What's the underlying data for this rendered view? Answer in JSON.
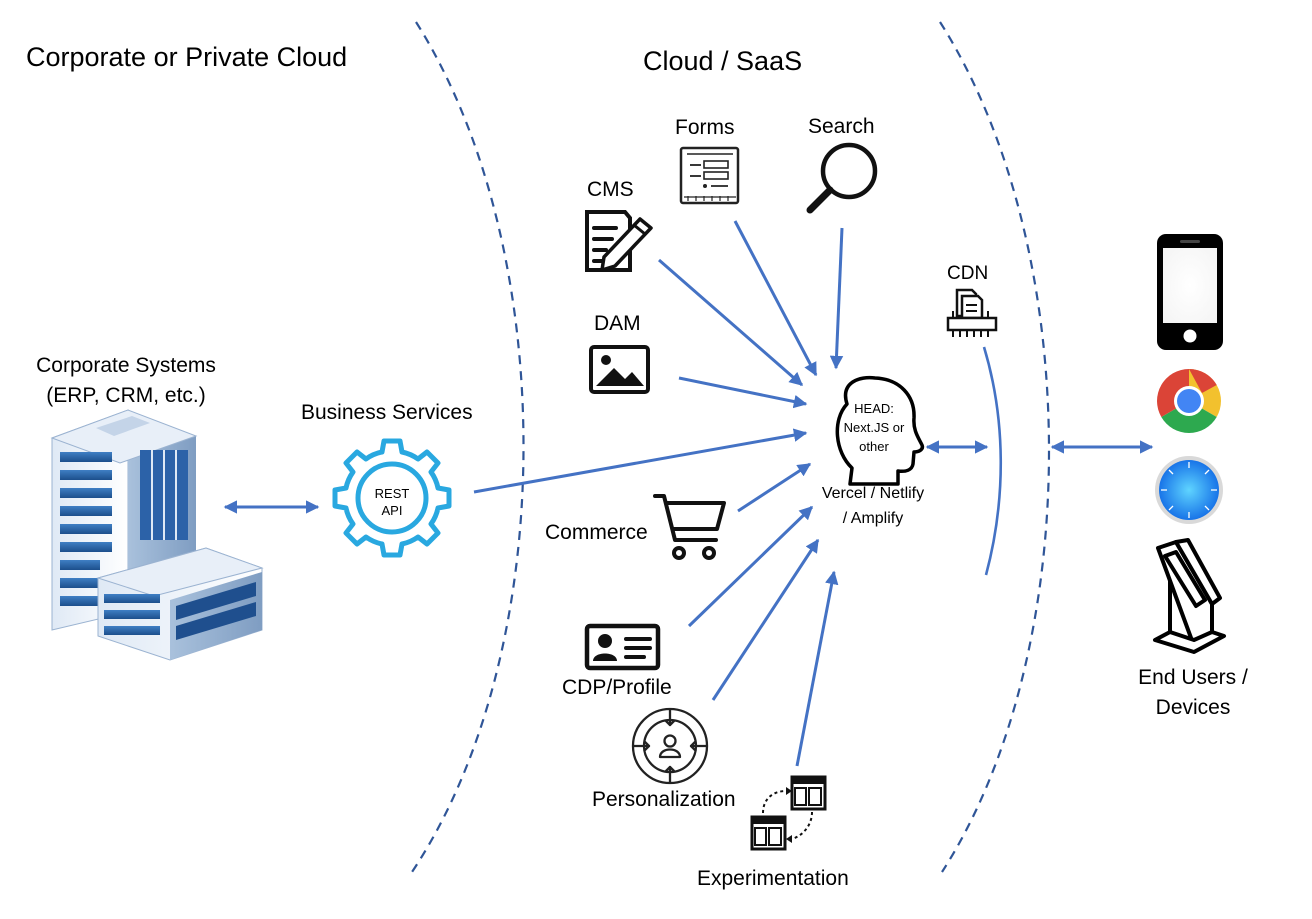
{
  "regions": {
    "corporate": "Corporate or Private Cloud",
    "cloud": "Cloud / SaaS"
  },
  "corporate_systems": {
    "line1": "Corporate Systems",
    "line2": "(ERP, CRM, etc.)",
    "icon": "office-building-icon"
  },
  "business_services": {
    "label": "Business Services",
    "icon_text_line1": "REST",
    "icon_text_line2": "API",
    "icon": "gear-icon"
  },
  "services": {
    "forms": "Forms",
    "search": "Search",
    "cms": "CMS",
    "dam": "DAM",
    "commerce": "Commerce",
    "cdp": "CDP/Profile",
    "personalization": "Personalization",
    "experimentation": "Experimentation"
  },
  "head": {
    "line1": "HEAD:",
    "line2": "Next.JS or",
    "line3": "other",
    "host_line1": "Vercel / Netlify",
    "host_line2": "/ Amplify"
  },
  "cdn": {
    "label": "CDN",
    "icon": "cdn-server-icon"
  },
  "end_users": {
    "line1": "End Users /",
    "line2": "Devices",
    "devices": [
      "smartphone-icon",
      "chrome-icon",
      "safari-icon",
      "kiosk-icon"
    ]
  },
  "colors": {
    "arrow": "#4472C4",
    "boundary": "#2F5597",
    "gear": "#29A8E0"
  }
}
